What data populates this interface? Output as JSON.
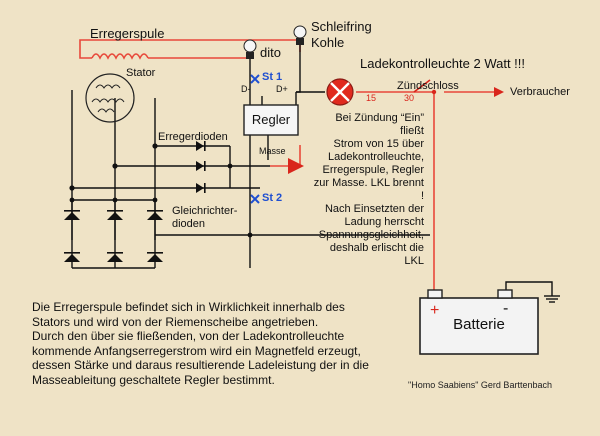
{
  "labels": {
    "erregerspule": "Erregerspule",
    "stator": "Stator",
    "dito": "dito",
    "schleifring": "Schleifring",
    "kohle": "Kohle",
    "ladekontrollleuchte": "Ladekontrolleuchte 2 Watt !!!",
    "zuendschloss": "Zündschloss",
    "verbraucher": "Verbraucher",
    "st1": "St 1",
    "st2": "St 2",
    "d_minus": "D-",
    "d_plus": "D+",
    "regler": "Regler",
    "masse": "Masse",
    "erregerdioden": "Erregerdioden",
    "gleichrichter_1": "Gleichrichter-",
    "gleichrichter_2": "dioden",
    "num_15": "15",
    "num_30": "30",
    "batterie": "Batterie",
    "plus": "+",
    "minus": "-"
  },
  "explanation": [
    "Bei Zündung “Ein” fließt",
    "Strom von 15 über",
    "Ladekontrolleuchte,",
    "Erregerspule, Regler",
    "zur Masse. LKL brennt !",
    "Nach Einsetzten der",
    "Ladung herrscht",
    "Spannungsgleichheit,",
    "deshalb erlischt  die LKL"
  ],
  "description": [
    "Die Erregerspule befindet sich in Wirklichkeit innerhalb des",
    "Stators und wird von der Riemenscheibe angetrieben.",
    "Durch den über sie fließenden, von der Ladekontrolleuchte",
    "kommende Anfangserregerstrom wird ein Magnetfeld erzeugt,",
    "dessen Stärke und daraus resultierende Ladeleistung der in die",
    "Masseableitung geschaltete Regler bestimmt."
  ],
  "credit": "\"Homo Saabiens\" Gerd Barttenbach",
  "colors": {
    "background": "#efe3c6",
    "wire": "#111111",
    "red_wire": "#e8483a",
    "lamp": "#e02a1f",
    "marker": "#1f4fd1"
  }
}
